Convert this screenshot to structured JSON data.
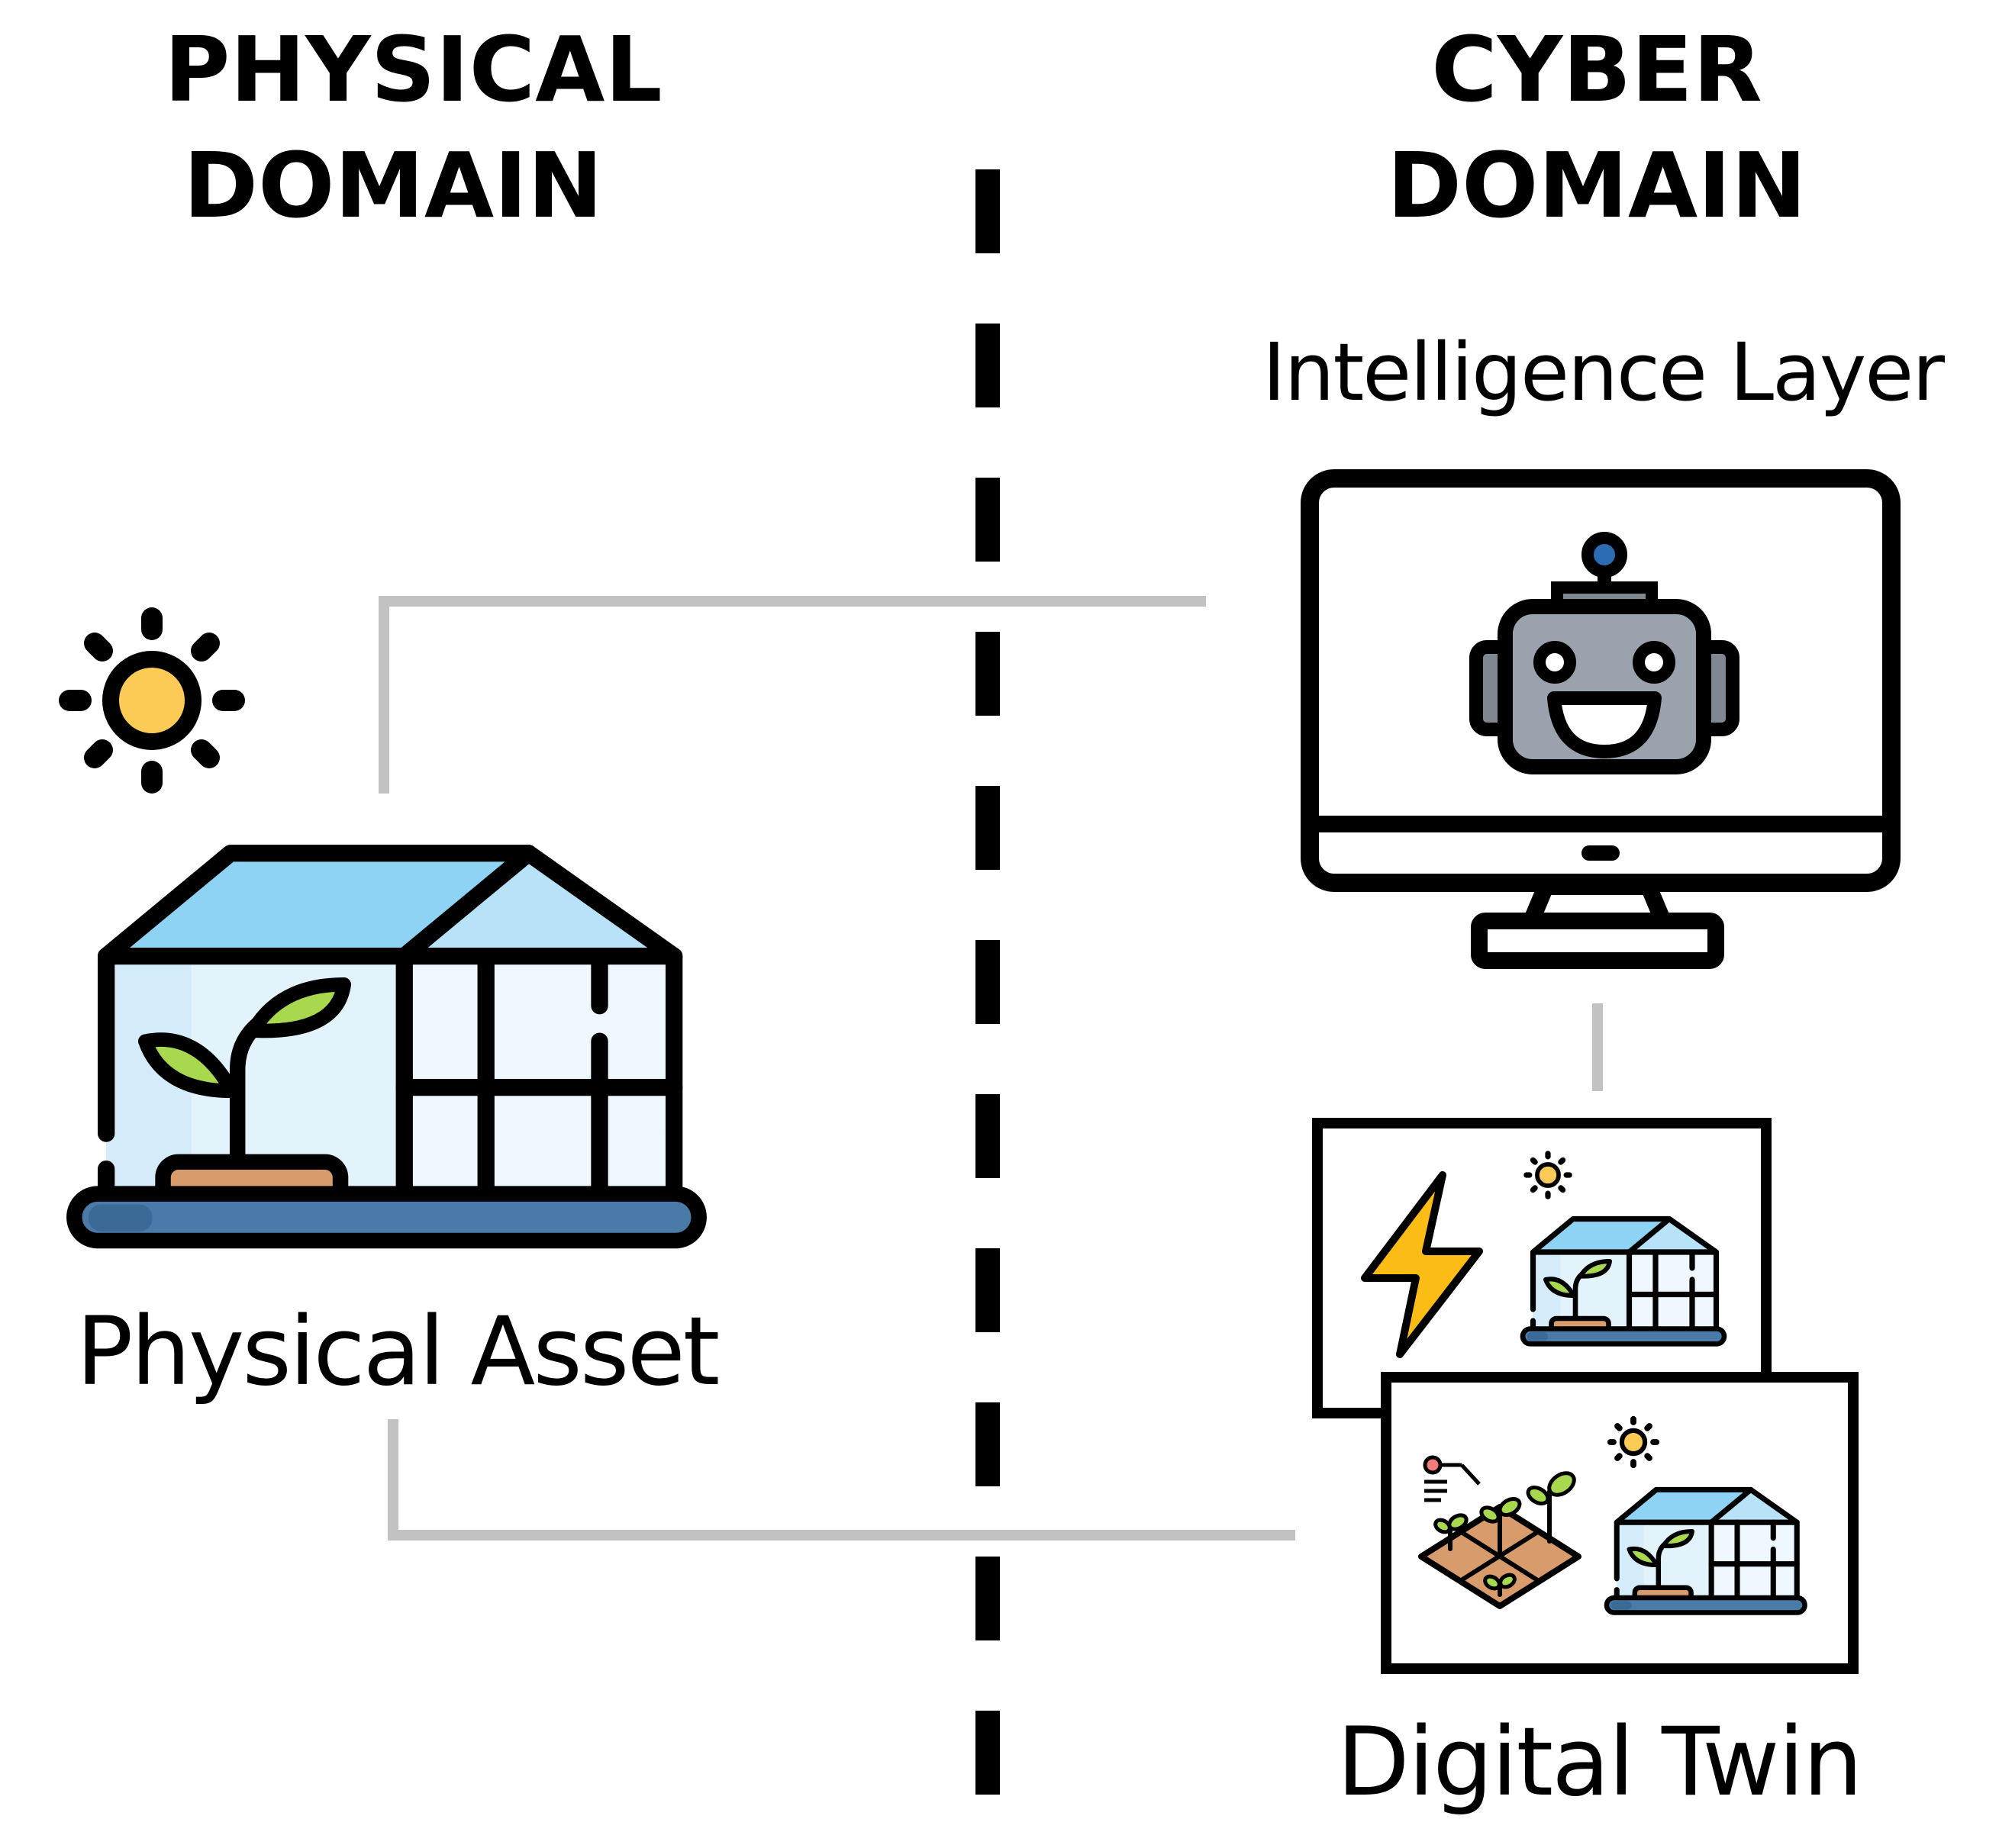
{
  "physical_domain": {
    "heading_line1": "PHYSICAL",
    "heading_line2": "DOMAIN",
    "asset_label": "Physical Asset"
  },
  "cyber_domain": {
    "heading_line1": "CYBER",
    "heading_line2": "DOMAIN",
    "intelligence_label": "Intelligence Layer",
    "twin_label": "Digital Twin"
  },
  "icons": {
    "sun": "sun-icon",
    "greenhouse": "greenhouse-icon",
    "monitor": "monitor-icon",
    "robot": "robot-icon",
    "lightning": "lightning-icon",
    "farm_field": "farm-field-icon"
  },
  "colors": {
    "divider": "#000000",
    "connector": "#c2c2c2",
    "glass_roof": "#8fd3f4",
    "glass_wall": "#e3f3fc",
    "leaf": "#a8d84e",
    "soil": "#d79b6c",
    "base": "#4a7aa8",
    "sun_core": "#fccb55",
    "robot_face": "#9aa3ad",
    "robot_antenna": "#2a6db5",
    "lightning": "#fbbc15"
  }
}
